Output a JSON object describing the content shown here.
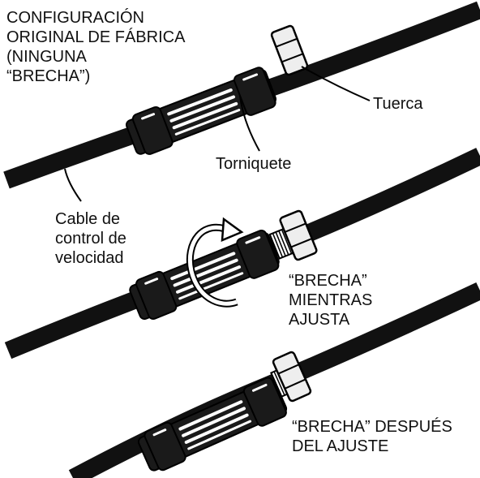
{
  "labels": {
    "factory_setting": "CONFIGURACIÓN\nORIGINAL DE FÁBRICA\n(NINGUNA\n“BRECHA”)",
    "nut": "Tuerca",
    "turnbuckle": "Torniquete",
    "speed_cable": "Cable de\ncontrol de\nvelocidad",
    "gap_while_adjusting": "“BRECHA”\nMIENTRAS\nAJUSTA",
    "gap_after_adjusting": "“BRECHA” DESPUÉS\nDEL AJUSTE"
  },
  "colors": {
    "cable": "#111111",
    "body": "#1a1a1a",
    "highlight": "#ffffff",
    "nut": "#eeeeee",
    "text": "#111111"
  }
}
